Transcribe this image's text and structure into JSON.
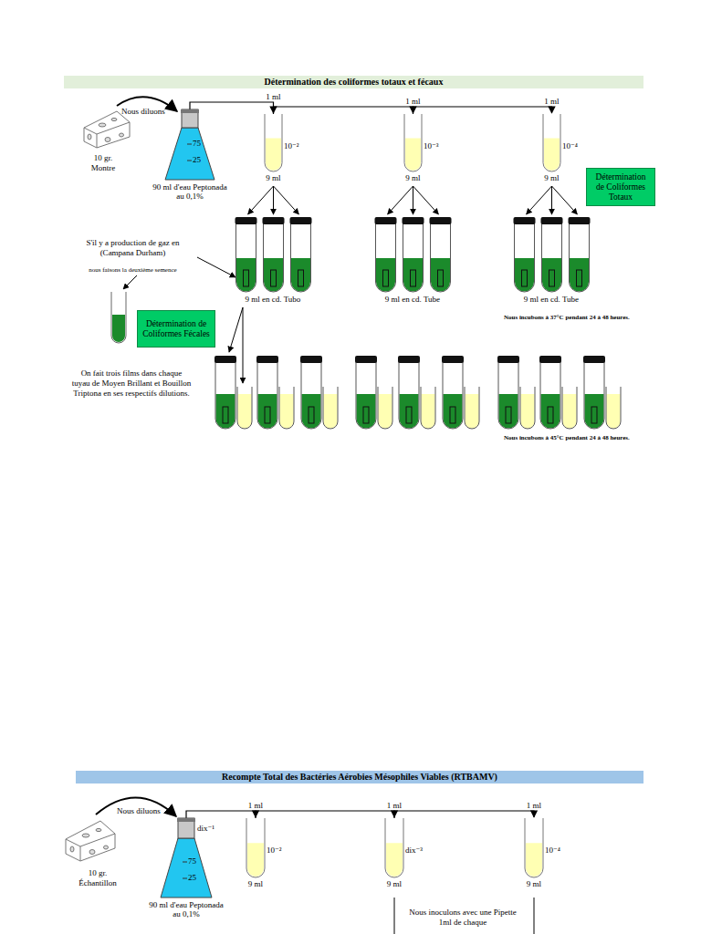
{
  "diagram": {
    "nodes": [
      {
        "text": [
          "Détermination des coliformes totaux et fécaux"
        ]
      },
      {
        "text": [
          "75",
          "25",
          "90 ml d'eau Peptonada au 0,1%"
        ]
      },
      {
        "text": [
          "10⁻²",
          "9 ml"
        ]
      },
      {
        "text": [
          "10⁻³",
          "9 ml"
        ]
      },
      {
        "text": [
          "10⁻⁴",
          "9 ml"
        ]
      },
      {
        "text": [
          "Détermination de Coliformes Totaux"
        ]
      },
      {
        "text": [
          "Détermination de Coliformes Fécales"
        ]
      },
      {
        "text": [
          "Recompte Total des Bactéries Aérobies Mésophiles Viables (RTBAMV)"
        ]
      },
      {
        "text": [
          "dix⁻¹",
          "75",
          "25",
          "90 ml d'eau Peptonada au 0,1%"
        ]
      },
      {
        "text": [
          "10⁻²",
          "9 ml"
        ]
      },
      {
        "text": [
          "dix⁻³",
          "9 ml"
        ]
      },
      {
        "text": [
          "10⁻⁴",
          "9 ml"
        ]
      }
    ],
    "edges": [
      {
        "from": 1,
        "to": 2,
        "label": "1 ml",
        "arrow": "to"
      },
      {
        "from": 2,
        "to": 3,
        "label": "1 ml",
        "arrow": "to"
      },
      {
        "from": 3,
        "to": 4,
        "label": "1 ml",
        "arrow": "to"
      },
      {
        "from": 8,
        "to": 9,
        "label": "1 ml",
        "arrow": "to"
      },
      {
        "from": 9,
        "to": 10,
        "label": "1 ml",
        "arrow": "to"
      },
      {
        "from": 10,
        "to": 11,
        "label": "1 ml",
        "arrow": "to"
      }
    ],
    "labels": [
      "Nous diluons",
      "10 gr. Montre",
      "S'il y a production de gaz en (Campana Durham)",
      "nous faisons la deuxième semence",
      "9 ml en cd. Tubo",
      "9 ml en cd. Tube",
      "9 ml en cd. Tube",
      "Nous incubons à 37°C pendant 24 à 48 heures.",
      "On fait trois films dans chaque tuyau de Moyen Brillant et Bouillon Triptona en ses respectifs dilutions.",
      "Nous incubons à 45°C pendant 24 à 48 heures.",
      "Nous diluons",
      "10 gr. Échantillon",
      "Nous inoculons avec une Pipette 1ml de chaque"
    ]
  }
}
